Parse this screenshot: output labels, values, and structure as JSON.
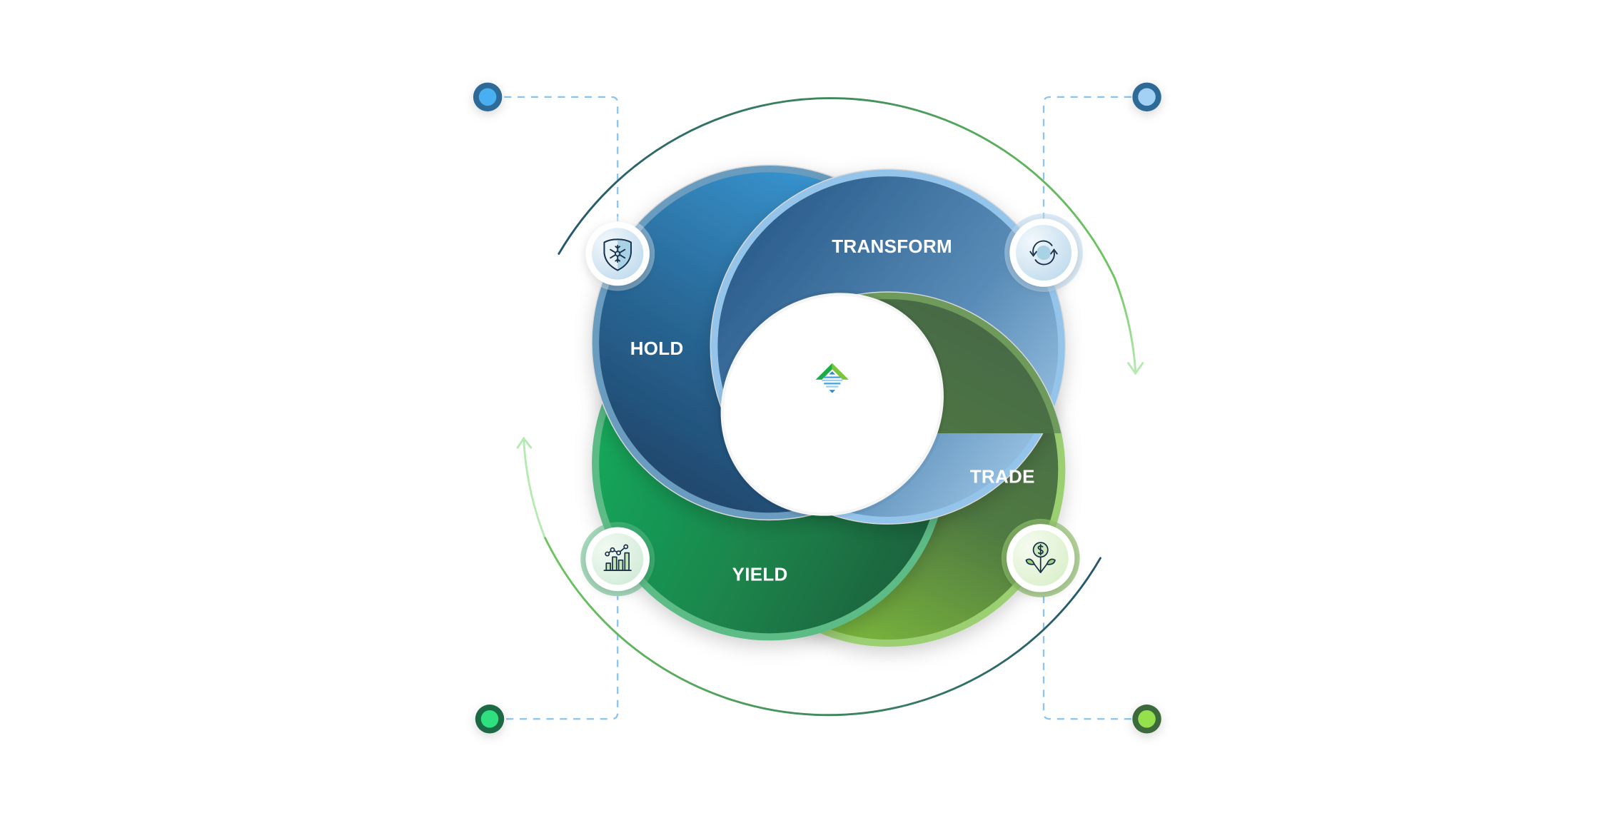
{
  "diagram": {
    "type": "cycle",
    "center_logo": "stacked-diamond-logo",
    "segments": [
      {
        "id": "hold",
        "label": "HOLD",
        "icon": "shield-snowflake-icon",
        "colors": [
          "#3a9bd8",
          "#1f4266"
        ],
        "marker_color": "#48b0f0",
        "marker_ring": "#2f6a98"
      },
      {
        "id": "transform",
        "label": "TRANSFORM",
        "icon": "refresh-cycle-icon",
        "colors": [
          "#2e5f8e",
          "#9cc8e8"
        ],
        "marker_color": "#a3d1f5",
        "marker_ring": "#2f6a98"
      },
      {
        "id": "trade",
        "label": "TRADE",
        "icon": "money-plant-icon",
        "colors": [
          "#456b45",
          "#7dbb3c"
        ],
        "marker_color": "#95e04d",
        "marker_ring": "#3c6a3c"
      },
      {
        "id": "yield",
        "label": "YIELD",
        "icon": "growth-chart-icon",
        "colors": [
          "#19a95c",
          "#1a5e3c"
        ],
        "marker_color": "#2ee07e",
        "marker_ring": "#1f6b45"
      }
    ],
    "flow_direction": "clockwise",
    "accent_colors": {
      "connector_dash": "#8cc4ef",
      "arc_dark": "#24566e",
      "arc_light": "#a8e6a0"
    }
  }
}
